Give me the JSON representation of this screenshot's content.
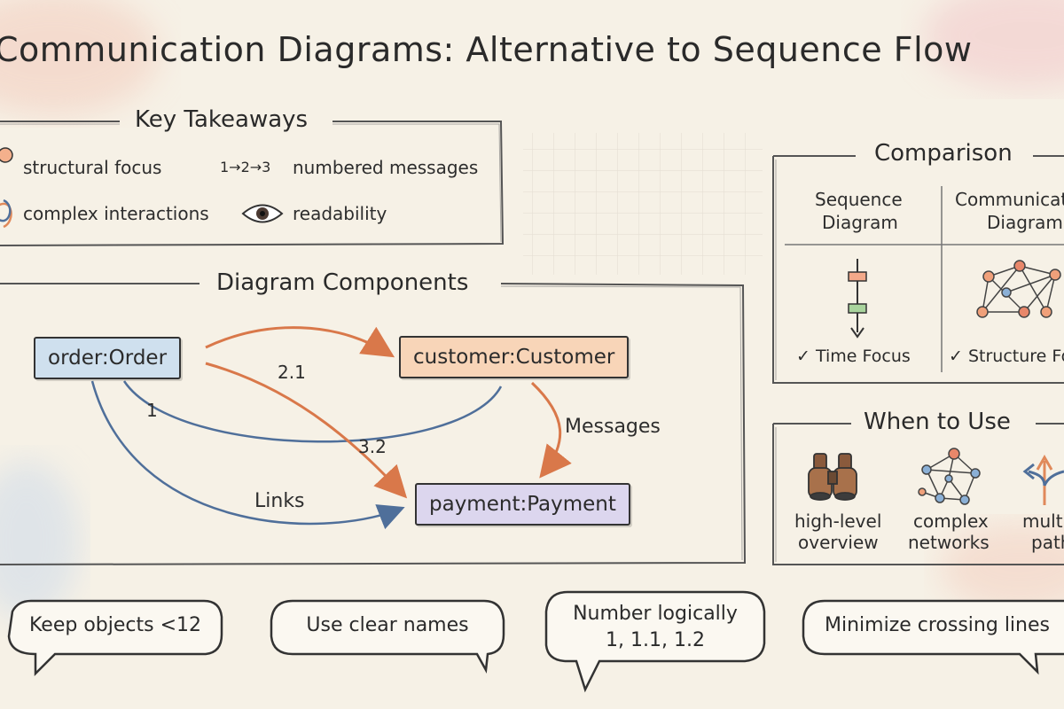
{
  "title": "Communication Diagrams: Alternative to Sequence Flow",
  "key_takeaways": {
    "heading": "Key Takeaways",
    "items": [
      {
        "icon": "dot-icon",
        "label": "structural focus"
      },
      {
        "icon": "sequence-arrows",
        "prefix": "1→2→3",
        "label": "numbered messages"
      },
      {
        "icon": "knot-icon",
        "label": "complex interactions"
      },
      {
        "icon": "eye-icon",
        "label": "readability"
      }
    ]
  },
  "components": {
    "heading": "Diagram Components",
    "objects": [
      "order:Order",
      "customer:Customer",
      "payment:Payment"
    ],
    "message_numbers": [
      "1",
      "2.1",
      "3.2"
    ],
    "labels": {
      "messages": "Messages",
      "links": "Links"
    }
  },
  "comparison": {
    "heading": "Comparison",
    "left": {
      "title_line1": "Sequence",
      "title_line2": "Diagram",
      "caption": "✓ Time Focus"
    },
    "right": {
      "title_line1": "Communication",
      "title_line2": "Diagram",
      "caption": "✓ Structure Focus"
    }
  },
  "when_to_use": {
    "heading": "When to Use",
    "items": [
      {
        "icon": "binoculars-icon",
        "line1": "high-level",
        "line2": "overview"
      },
      {
        "icon": "network-icon",
        "line1": "complex",
        "line2": "networks"
      },
      {
        "icon": "branch-arrows-icon",
        "line1": "multiple",
        "line2": "paths"
      }
    ]
  },
  "tips": [
    {
      "line1": "Keep objects <12"
    },
    {
      "line1": "Use clear names"
    },
    {
      "line1": "Number logically",
      "line2": "1, 1.1, 1.2"
    },
    {
      "line1": "Minimize crossing lines"
    }
  ],
  "colors": {
    "order": "#cfe0ee",
    "customer": "#f8d5b8",
    "payment": "#dcd6ee",
    "orange": "#e0895a",
    "blue": "#4f6f9a"
  }
}
